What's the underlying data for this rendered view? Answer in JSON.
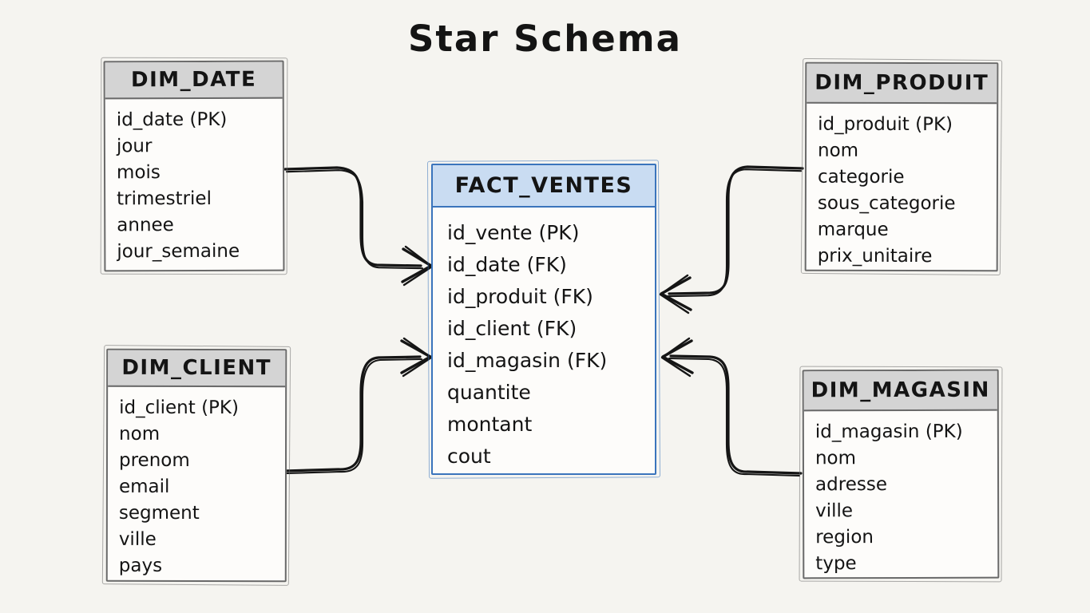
{
  "title": "Star Schema",
  "colors": {
    "background": "#f5f4f0",
    "box_bg": "#fdfcfa",
    "dim_header_bg": "#d4d4d4",
    "dim_border": "#696969",
    "fact_header_bg": "#c9dcf2",
    "fact_border": "#3a74bc",
    "arrow": "#151515",
    "text": "#141414"
  },
  "tables": {
    "fact_ventes": {
      "name": "FACT_VENTES",
      "fields": [
        "id_vente (PK)",
        "id_date (FK)",
        "id_produit (FK)",
        "id_client (FK)",
        "id_magasin (FK)",
        "quantite",
        "montant",
        "cout"
      ]
    },
    "dim_date": {
      "name": "DIM_DATE",
      "fields": [
        "id_date (PK)",
        "jour",
        "mois",
        "trimestriel",
        "annee",
        "jour_semaine"
      ]
    },
    "dim_produit": {
      "name": "DIM_PRODUIT",
      "fields": [
        "id_produit (PK)",
        "nom",
        "categorie",
        "sous_categorie",
        "marque",
        "prix_unitaire"
      ]
    },
    "dim_client": {
      "name": "DIM_CLIENT",
      "fields": [
        "id_client (PK)",
        "nom",
        "prenom",
        "email",
        "segment",
        "ville",
        "pays"
      ]
    },
    "dim_magasin": {
      "name": "DIM_MAGASIN",
      "fields": [
        "id_magasin (PK)",
        "nom",
        "adresse",
        "ville",
        "region",
        "type"
      ]
    }
  },
  "relations": [
    {
      "from": "DIM_DATE",
      "to": "FACT_VENTES"
    },
    {
      "from": "DIM_CLIENT",
      "to": "FACT_VENTES"
    },
    {
      "from": "DIM_PRODUIT",
      "to": "FACT_VENTES"
    },
    {
      "from": "DIM_MAGASIN",
      "to": "FACT_VENTES"
    }
  ]
}
